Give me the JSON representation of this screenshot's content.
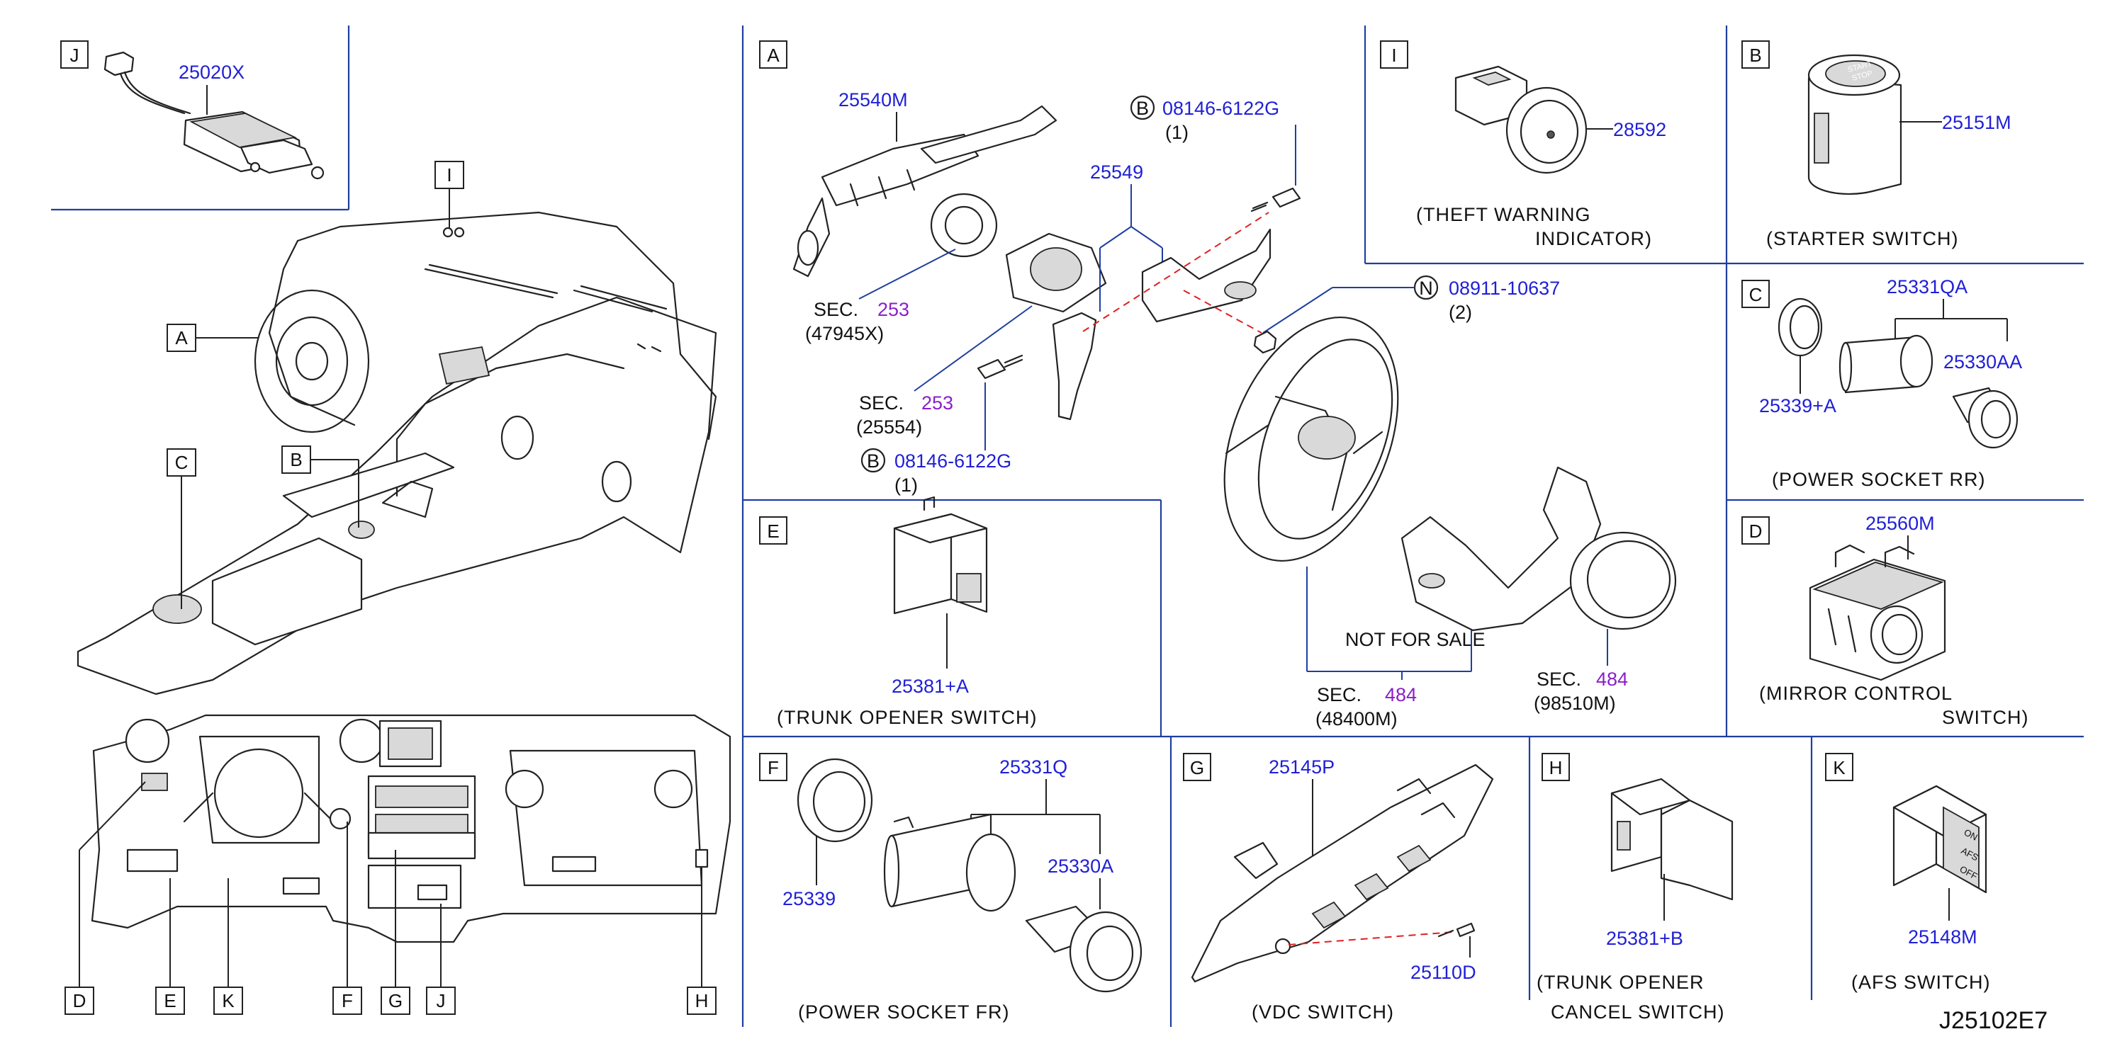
{
  "drawing_id": "J25102E7",
  "not_for_sale": "NOT   FOR   SALE",
  "sections": {
    "J": {
      "letter": "J",
      "parts": [
        "25020X"
      ]
    },
    "A": {
      "letter": "A",
      "parts": [
        "25540M",
        "25549",
        "08146-6122G",
        "(1)",
        "08146-6122G",
        "(1)",
        "08911-10637",
        "(2)"
      ],
      "circle_refs": [
        "B",
        "B",
        "N"
      ],
      "sec_refs": [
        {
          "prefix": "SEC.",
          "num": "253",
          "sub": "(47945X)"
        },
        {
          "prefix": "SEC.",
          "num": "253",
          "sub": "(25554)"
        },
        {
          "prefix": "SEC.",
          "num": "484",
          "sub": "(48400M)"
        },
        {
          "prefix": "SEC.",
          "num": "484",
          "sub": "(98510M)"
        }
      ]
    },
    "I": {
      "letter": "I",
      "parts": [
        "28592"
      ],
      "caption": [
        "(THEFT   WARNING",
        "INDICATOR)"
      ]
    },
    "B": {
      "letter": "B",
      "parts": [
        "25151M"
      ],
      "caption": [
        "(STARTER   SWITCH)"
      ],
      "button_text": [
        "START",
        "STOP"
      ]
    },
    "C": {
      "letter": "C",
      "parts": [
        "25331QA",
        "25330AA",
        "25339+A"
      ],
      "caption": [
        "(POWER   SOCKET   RR)"
      ]
    },
    "D": {
      "letter": "D",
      "parts": [
        "25560M"
      ],
      "caption": [
        "(MIRROR   CONTROL",
        "SWITCH)"
      ]
    },
    "E": {
      "letter": "E",
      "parts": [
        "25381+A"
      ],
      "caption": [
        "(TRUNK   OPENER   SWITCH)"
      ]
    },
    "F": {
      "letter": "F",
      "parts": [
        "25331Q",
        "25330A",
        "25339"
      ],
      "caption": [
        "(POWER   SOCKET   FR)"
      ]
    },
    "G": {
      "letter": "G",
      "parts": [
        "25145P",
        "25110D"
      ],
      "caption": [
        "(VDC   SWITCH)"
      ]
    },
    "H": {
      "letter": "H",
      "parts": [
        "25381+B"
      ],
      "caption": [
        "(TRUNK   OPENER",
        "CANCEL   SWITCH)"
      ]
    },
    "K": {
      "letter": "K",
      "parts": [
        "25148M"
      ],
      "caption": [
        "(AFS   SWITCH)"
      ],
      "switch_text": [
        "ON",
        "AFS",
        "OFF"
      ]
    }
  },
  "overview": {
    "upper_callouts": [
      "A",
      "C",
      "B",
      "I"
    ],
    "lower_callouts": [
      "D",
      "E",
      "K",
      "F",
      "G",
      "J",
      "H"
    ]
  },
  "colors": {
    "part_number": "#1f1fd6",
    "section_ref": "#8a1fc9",
    "divider": "#1f3f9f",
    "dashed_leader": "#e02020",
    "ink": "#222222"
  }
}
